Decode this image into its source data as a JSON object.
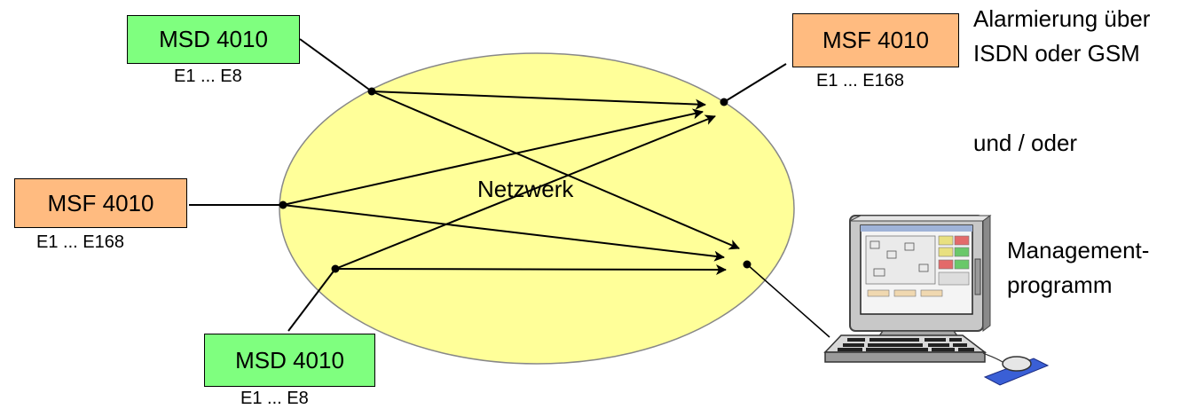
{
  "colors": {
    "msd_fill": "#7fff7f",
    "msf_fill": "#ffbb80",
    "network_fill": "#ffff99",
    "mouse_pad": "#3a5fd6"
  },
  "network": {
    "label": "Netzwerk"
  },
  "nodes": {
    "msd_top": {
      "title": "MSD 4010",
      "range": "E1 ... E8"
    },
    "msf_left": {
      "title": "MSF 4010",
      "range": "E1 ... E168"
    },
    "msd_bottom": {
      "title": "MSD 4010",
      "range": "E1 ... E8"
    },
    "msf_right": {
      "title": "MSF 4010",
      "range": "E1 ... E168"
    }
  },
  "side_text": {
    "alarm_line1": "Alarmierung über",
    "alarm_line2": "ISDN oder GSM",
    "and_or": "und / oder",
    "mgmt_line1": "Management-",
    "mgmt_line2": "programm"
  },
  "icons": {
    "computer": "computer-workstation-icon"
  }
}
